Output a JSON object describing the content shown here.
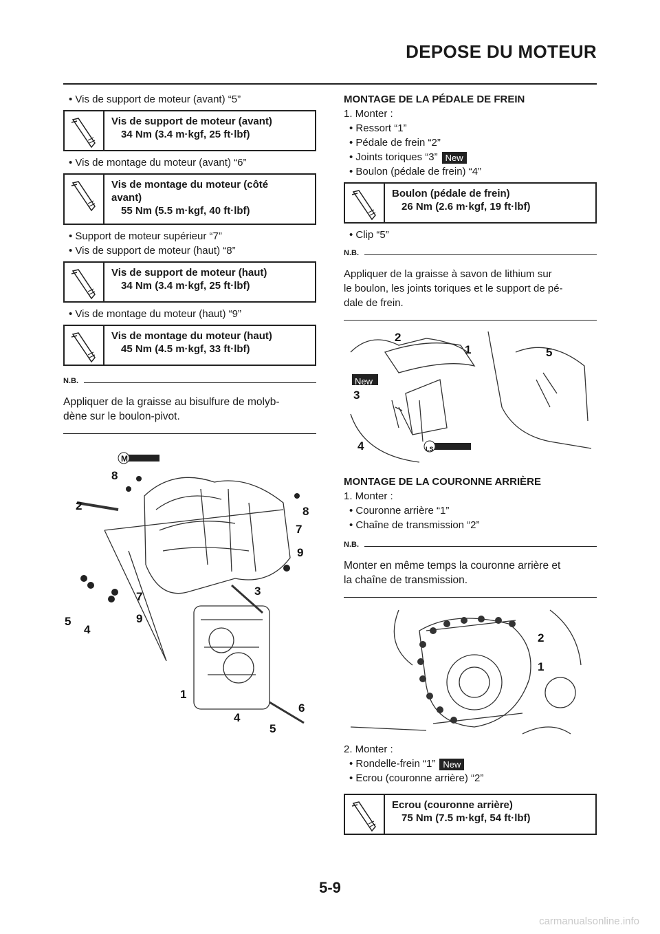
{
  "header": {
    "title": "DEPOSE DU MOTEUR"
  },
  "left": {
    "b1": "• Vis de support de moteur (avant) “5”",
    "spec1": {
      "name": "Vis de support de moteur (avant)",
      "value": "34 Nm (3.4 m·kgf, 25 ft·lbf)"
    },
    "b2": "• Vis de montage du moteur (avant) “6”",
    "spec2": {
      "name1": "Vis de montage du moteur (côté",
      "name2": "avant)",
      "value": "55 Nm (5.5 m·kgf, 40 ft·lbf)"
    },
    "b3": "• Support de moteur supérieur “7”",
    "b4": "• Vis de support de moteur (haut) “8”",
    "spec3": {
      "name": "Vis de support de moteur (haut)",
      "value": "34 Nm (3.4 m·kgf, 25 ft·lbf)"
    },
    "b5": "• Vis de montage du moteur (haut) “9”",
    "spec4": {
      "name": "Vis de montage du moteur (haut)",
      "value": "45 Nm (4.5 m·kgf, 33 ft·lbf)"
    },
    "nb_label": "N.B.",
    "nb_l1": "Appliquer de la graisse au bisulfure de molyb-",
    "nb_l2": "dène sur le boulon-pivot.",
    "fig_labels": {
      "m": "M",
      "c8a": "8",
      "c2": "2",
      "c8b": "8",
      "c7a": "7",
      "c9a": "9",
      "c7b": "7",
      "c3": "3",
      "c9b": "9",
      "c5a": "5",
      "c4a": "4",
      "c1": "1",
      "c6": "6",
      "c4b": "4",
      "c5b": "5"
    }
  },
  "right": {
    "sec1": "MONTAGE DE LA PÉDALE DE FREIN",
    "s1": "1.  Monter :",
    "r1": "• Ressort “1”",
    "r2": "• Pédale de frein “2”",
    "r3": "• Joints toriques “3”",
    "new": "New",
    "r4": "• Boulon (pédale de frein) “4”",
    "spec5": {
      "name": "Boulon (pédale de frein)",
      "value": "26 Nm (2.6 m·kgf, 19 ft·lbf)"
    },
    "r5": "• Clip “5”",
    "nb_label": "N.B.",
    "nb1_l1": "Appliquer de la graisse à savon de lithium sur",
    "nb1_l2": "le boulon, les joints toriques et le support de pé-",
    "nb1_l3": "dale de frein.",
    "fig1_labels": {
      "c2": "2",
      "c1": "1",
      "c5": "5",
      "new": "New",
      "c3": "3",
      "c4": "4",
      "ls": "LS"
    },
    "sec2": "MONTAGE DE LA COURONNE ARRIÈRE",
    "s2": "1.  Monter :",
    "q1": "• Couronne arrière “1”",
    "q2": "• Chaîne de transmission “2”",
    "nb2_l1": "Monter en même temps la couronne arrière et",
    "nb2_l2": "la chaîne de transmission.",
    "fig2_labels": {
      "c2": "2",
      "c1": "1"
    },
    "s3": "2.  Monter :",
    "t1": "• Rondelle-frein “1”",
    "t2": "• Ecrou (couronne arrière) “2”",
    "spec6": {
      "name": "Ecrou (couronne arrière)",
      "value": "75 Nm (7.5 m·kgf, 54 ft·lbf)"
    }
  },
  "footer": {
    "page": "5-9",
    "watermark": "carmanualsonline.info"
  }
}
